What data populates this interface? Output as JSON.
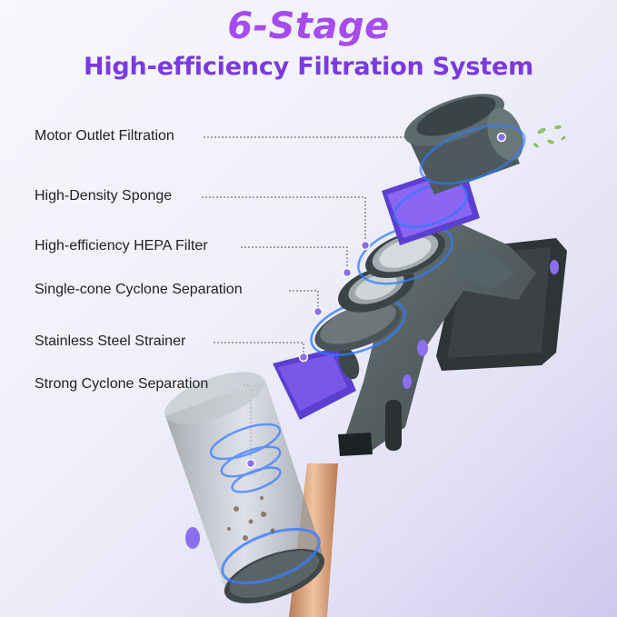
{
  "title": {
    "line1": "6-Stage",
    "line2": "High-efficiency Filtration System"
  },
  "stages": [
    {
      "label": "Motor Outlet Filtration"
    },
    {
      "label": "High-Density Sponge"
    },
    {
      "label": "High-efficiency HEPA Filter"
    },
    {
      "label": "Single-cone Cyclone Separation"
    },
    {
      "label": "Stainless Steel Strainer"
    },
    {
      "label": "Strong Cyclone Separation"
    }
  ],
  "colors": {
    "title_top": "#a64bf0",
    "title_bottom": "#7a3ae0",
    "accent_purple": "#7b57e8",
    "body_gray": "#4e5b5f",
    "tube_gold": "#d9a27a"
  }
}
